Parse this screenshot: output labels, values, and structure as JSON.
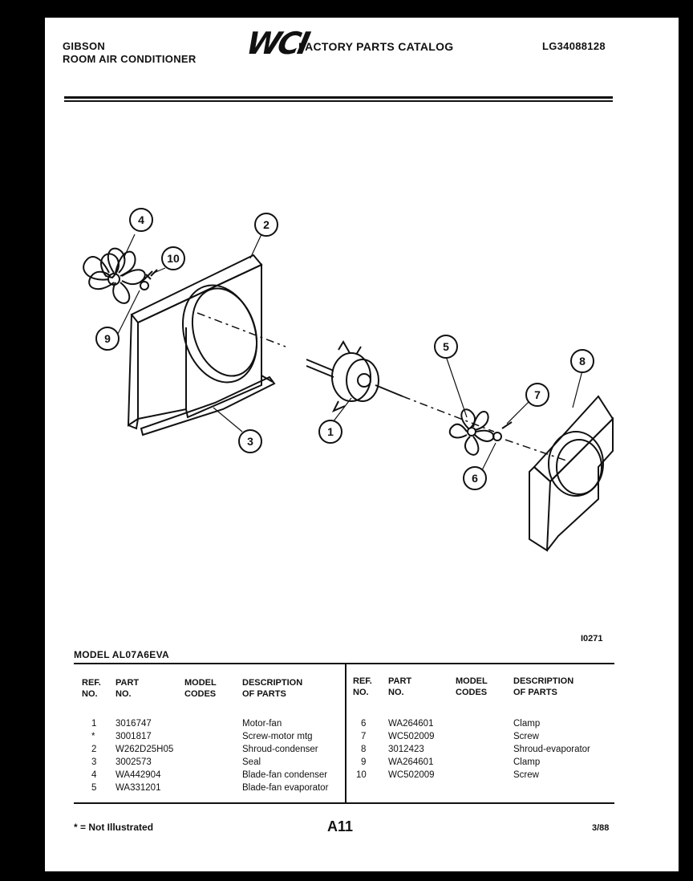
{
  "header": {
    "brand": "GIBSON",
    "product": "ROOM AIR CONDITIONER",
    "logo": "WCI",
    "catalog_title": "FACTORY PARTS CATALOG",
    "catalog_number": "LG34088128"
  },
  "diagram": {
    "figure_id": "I0271",
    "callouts": [
      "1",
      "2",
      "3",
      "4",
      "5",
      "6",
      "7",
      "8",
      "9",
      "10"
    ]
  },
  "model": "MODEL AL07A6EVA",
  "columns": {
    "ref_line1": "REF.",
    "ref_line2": "NO.",
    "part_line1": "PART",
    "part_line2": "NO.",
    "model_line1": "MODEL",
    "model_line2": "CODES",
    "desc_line1": "DESCRIPTION",
    "desc_line2": "OF PARTS"
  },
  "left_rows": [
    {
      "ref": "1",
      "part": "3016747",
      "codes": "",
      "desc": "Motor-fan"
    },
    {
      "ref": "*",
      "part": "3001817",
      "codes": "",
      "desc": "Screw-motor mtg"
    },
    {
      "ref": "2",
      "part": "W262D25H05",
      "codes": "",
      "desc": "Shroud-condenser"
    },
    {
      "ref": "3",
      "part": "3002573",
      "codes": "",
      "desc": "Seal"
    },
    {
      "ref": "4",
      "part": "WA442904",
      "codes": "",
      "desc": "Blade-fan condenser"
    },
    {
      "ref": "5",
      "part": "WA331201",
      "codes": "",
      "desc": "Blade-fan evaporator"
    }
  ],
  "right_rows": [
    {
      "ref": "6",
      "part": "WA264601",
      "codes": "",
      "desc": "Clamp"
    },
    {
      "ref": "7",
      "part": "WC502009",
      "codes": "",
      "desc": "Screw"
    },
    {
      "ref": "8",
      "part": "3012423",
      "codes": "",
      "desc": "Shroud-evaporator"
    },
    {
      "ref": "9",
      "part": "WA264601",
      "codes": "",
      "desc": "Clamp"
    },
    {
      "ref": "10",
      "part": "WC502009",
      "codes": "",
      "desc": "Screw"
    }
  ],
  "footer": {
    "note": "* = Not Illustrated",
    "page": "A11",
    "date": "3/88"
  }
}
